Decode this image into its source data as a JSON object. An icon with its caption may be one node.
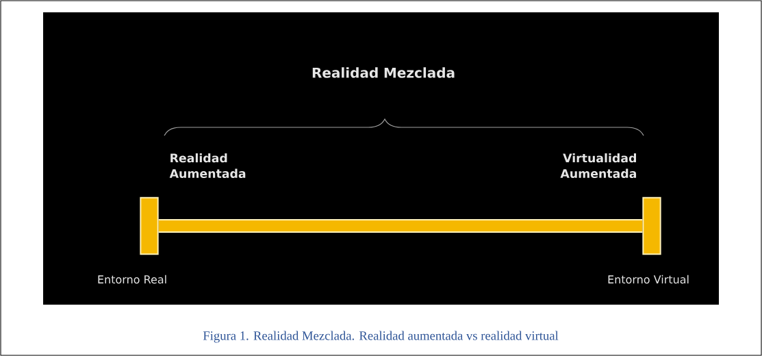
{
  "diagram": {
    "caption": "Figura 1.  Realidad Mezclada. Realidad aumentada vs realidad virtual",
    "nodes": [
      {
        "text": [],
        "shape": "bar",
        "beside": [
          "Entorno Real"
        ]
      },
      {
        "text": [],
        "shape": "bar",
        "beside": [
          "Entorno Virtual"
        ]
      }
    ],
    "edges": [
      {
        "from": 0,
        "to": 1,
        "arrow": "none"
      }
    ],
    "labels": [
      "Realidad Mezclada",
      "Realidad Aumentada",
      "Virtualidad Aumentada"
    ]
  }
}
